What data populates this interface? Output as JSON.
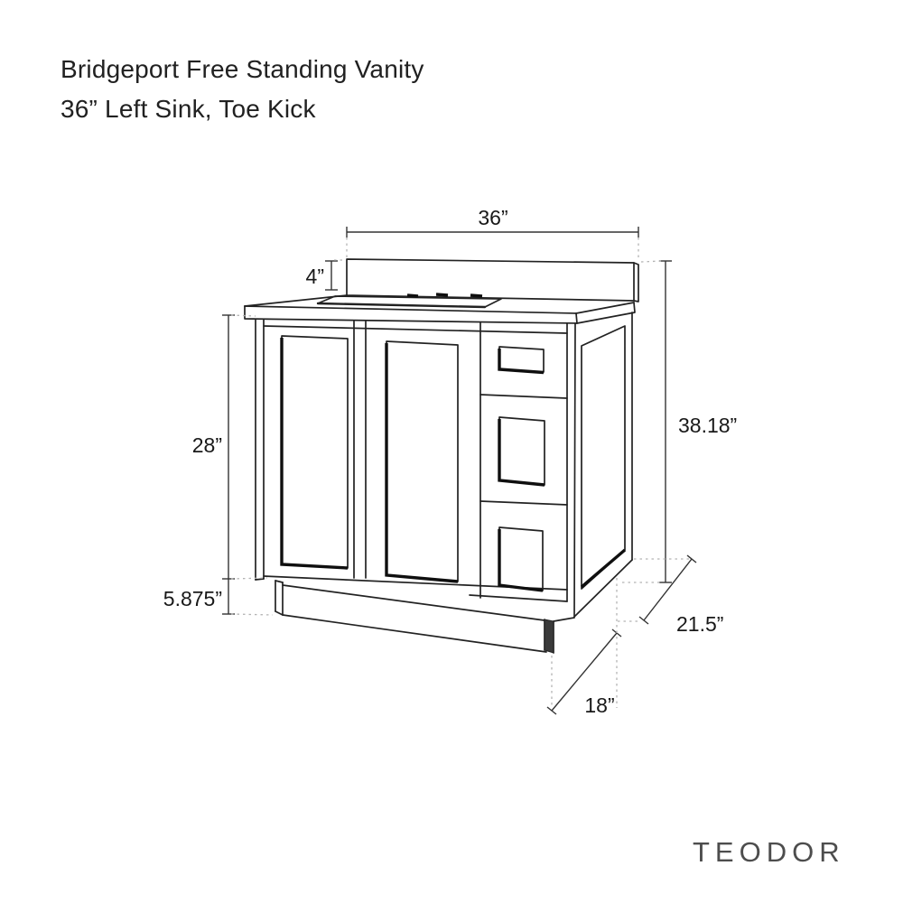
{
  "title": {
    "line1": "Bridgeport Free Standing Vanity",
    "line2": "36” Left Sink, Toe Kick"
  },
  "brand": "TEODOR",
  "dimensions": {
    "overall_width": "36”",
    "backsplash_height": "4”",
    "door_height": "28”",
    "toe_kick_height": "5.875”",
    "overall_height": "38.18”",
    "overall_depth": "21.5”",
    "toe_kick_depth": "18”"
  }
}
